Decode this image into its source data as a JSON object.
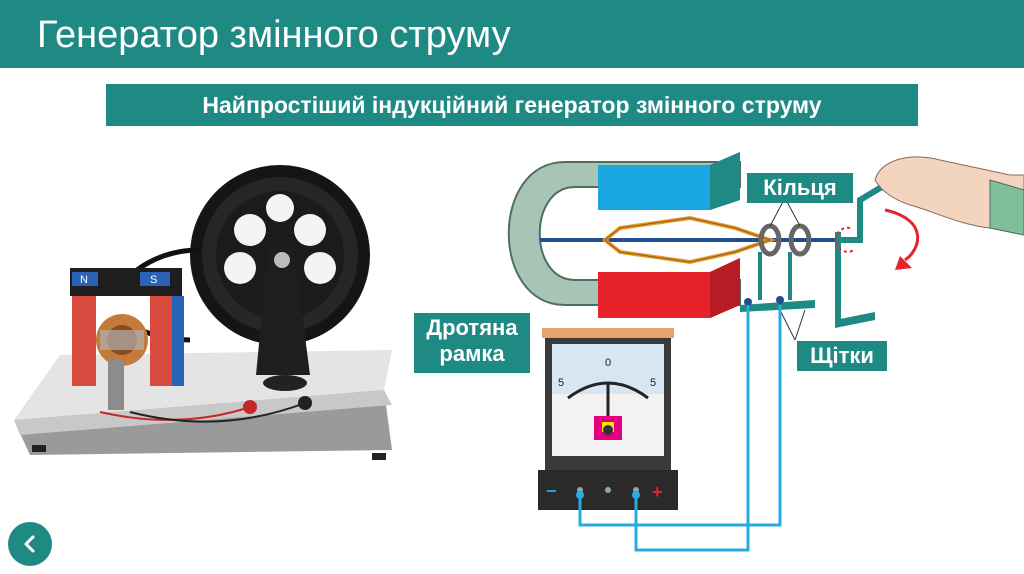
{
  "header": {
    "title": "Генератор змінного струму"
  },
  "subtitle": "Найпростіший індукційний генератор змінного струму",
  "magnet": {
    "north_label": "N",
    "south_label": "S"
  },
  "labels": {
    "rings": "Кільця",
    "frame_line1": "Дротяна",
    "frame_line2": "рамка",
    "brushes": "Щітки"
  },
  "meter": {
    "zero": "0",
    "left_scale": "5",
    "right_scale": "5",
    "minus": "−",
    "plus": "+"
  },
  "colors": {
    "accent": "#1f8a84",
    "meter_red": "#e53935",
    "wire_blue": "#29abe2"
  },
  "navigation": {
    "back_icon": "chevron-left-icon"
  }
}
